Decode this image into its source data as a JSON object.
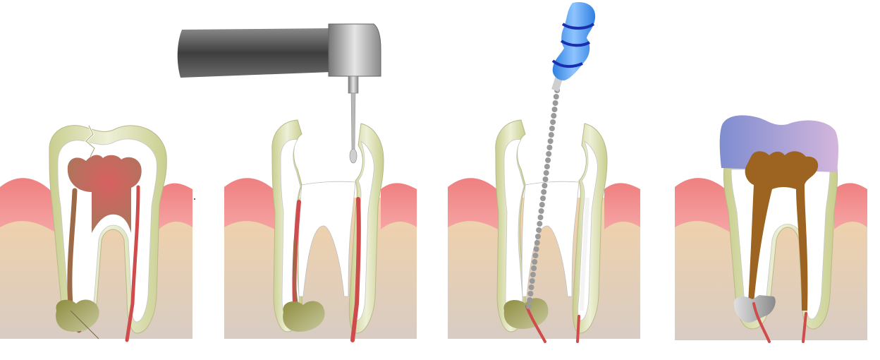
{
  "diagram": {
    "panels": [
      {
        "id": "infected-tooth"
      },
      {
        "id": "drilling-access"
      },
      {
        "id": "cleaning-canals"
      },
      {
        "id": "filled-and-crowned"
      }
    ],
    "colors": {
      "gum": "#f08c8c",
      "gum_light": "#f6b3b3",
      "bone_top": "#f3d2a8",
      "bone_bottom": "#d8ccc3",
      "enamel": "#d9dbb0",
      "dentin": "#ffffff",
      "pulp_infected": "#c7504f",
      "nerve": "#cf4c4c",
      "abscess": "#9c9a48",
      "drill_body": "#555555",
      "file_handle": "#4a9cf0",
      "file_ring": "#1a2fb0",
      "file_shaft": "#9a9a9a",
      "filling": "#9c6420",
      "crown": "#a99bd6",
      "implant_metal": "#b7b7b7"
    }
  }
}
